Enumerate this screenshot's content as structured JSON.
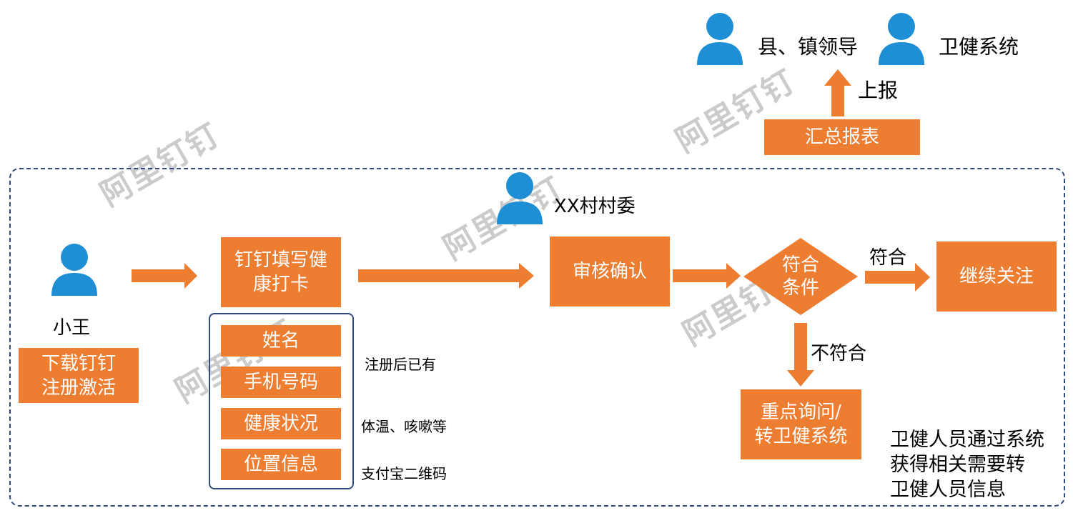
{
  "actors": {
    "wang": "小王",
    "village": "XX村村委",
    "county": "县、镇领导",
    "health_system": "卫健系统"
  },
  "boxes": {
    "download": "下载钉钉\n注册激活",
    "fill_in": "钉钉填写健\n康打卡",
    "review": "审核确认",
    "decision": "符合\n条件",
    "continue": "继续关注",
    "inquiry": "重点询问/\n转卫健系统",
    "summary": "汇总报表"
  },
  "fields": [
    "姓名",
    "手机号码",
    "健康状况",
    "位置信息"
  ],
  "field_notes": {
    "registered": "注册后已有",
    "temperature": "体温、咳嗽等",
    "qrcode": "支付宝二维码"
  },
  "edge_labels": {
    "report": "上报",
    "match": "符合",
    "no_match": "不符合"
  },
  "note": "卫健人员通过系统\n获得相关需要转\n卫健人员信息",
  "watermark": "阿里钉钉",
  "colors": {
    "orange": "#ED7D31",
    "person_blue": "#1E8FD5",
    "frame": "#2F4A7D"
  }
}
